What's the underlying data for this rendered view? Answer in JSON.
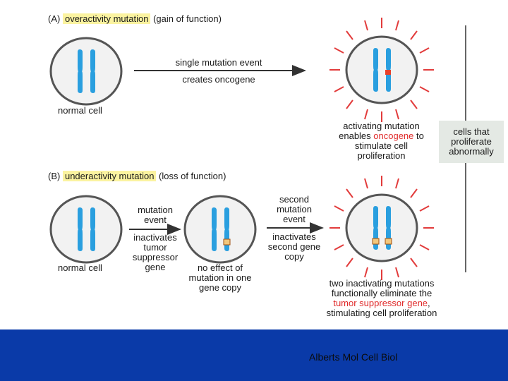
{
  "panel_a": {
    "letter": "(A)",
    "title": "overactivity mutation",
    "subtitle": "(gain of function)",
    "arrow_label_line1": "single mutation event",
    "arrow_label_line2": "creates oncogene",
    "normal_cell_label": "normal cell",
    "result_line1": "activating mutation",
    "result_line2_pre": "enables ",
    "result_line2_em": "oncogene",
    "result_line2_post": " to",
    "result_line3": "stimulate cell",
    "result_line4": "proliferation"
  },
  "side_label": {
    "line1": "cells that",
    "line2": "proliferate",
    "line3": "abnormally"
  },
  "panel_b": {
    "letter": "(B)",
    "title": "underactivity mutation",
    "subtitle": "(loss of function)",
    "normal_cell_label": "normal cell",
    "arrow1_above_line1": "mutation",
    "arrow1_above_line2": "event",
    "arrow1_below_line1": "inactivates",
    "arrow1_below_line2": "tumor",
    "arrow1_below_line3": "suppressor",
    "arrow1_below_line4": "gene",
    "middle_label_line1": "no effect of",
    "middle_label_line2": "mutation in one",
    "middle_label_line3": "gene copy",
    "arrow2_above_line1": "second",
    "arrow2_above_line2": "mutation",
    "arrow2_above_line3": "event",
    "arrow2_below_line1": "inactivates",
    "arrow2_below_line2": "second gene",
    "arrow2_below_line3": "copy",
    "result_line1": "two inactivating mutations",
    "result_line2": "functionally eliminate the",
    "result_line3_em": "tumor suppressor gene",
    "result_line3_post": ",",
    "result_line4": "stimulating cell proliferation"
  },
  "footer": {
    "caption": "Alberts Mol Cell Biol"
  },
  "colors": {
    "chromosome": "#2a9fdf",
    "cell_outline": "#555555",
    "ray": "#e23b3b",
    "highlight": "#fbf3a0",
    "footer_bg": "#0a3aa8",
    "mutation_red": "#e8402a",
    "mutation_box": "#f2c77c"
  }
}
